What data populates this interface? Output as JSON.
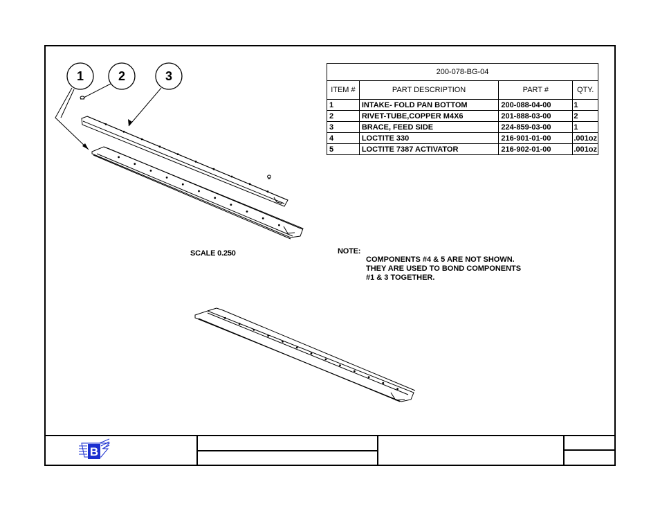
{
  "bom": {
    "drawing_number": "200-078-BG-04",
    "headers": {
      "item": "ITEM #",
      "description": "PART DESCRIPTION",
      "part": "PART #",
      "qty": "QTY."
    },
    "rows": [
      {
        "item": "1",
        "description": "INTAKE- FOLD PAN BOTTOM",
        "part": "200-088-04-00",
        "qty": "1"
      },
      {
        "item": "2",
        "description": "RIVET-TUBE,COPPER M4X6",
        "part": "201-888-03-00",
        "qty": "2"
      },
      {
        "item": "3",
        "description": "BRACE, FEED SIDE",
        "part": "224-859-03-00",
        "qty": "1"
      },
      {
        "item": "4",
        "description": "LOCTITE 330",
        "part": "216-901-01-00",
        "qty": ".001oz"
      },
      {
        "item": "5",
        "description": "LOCTITE 7387 ACTIVATOR",
        "part": "216-902-01-00",
        "qty": ".001oz"
      }
    ]
  },
  "balloons": [
    "1",
    "2",
    "3"
  ],
  "scale_text": "SCALE  0.250",
  "note": {
    "title": "NOTE:",
    "lines": [
      "COMPONENTS #4 & 5 ARE NOT SHOWN.",
      "THEY ARE USED TO BOND COMPONENTS",
      "#1 & 3 TOGETHER."
    ]
  },
  "title_block": {
    "logo_letter": "B",
    "logo_color": "#1a2fd0"
  }
}
